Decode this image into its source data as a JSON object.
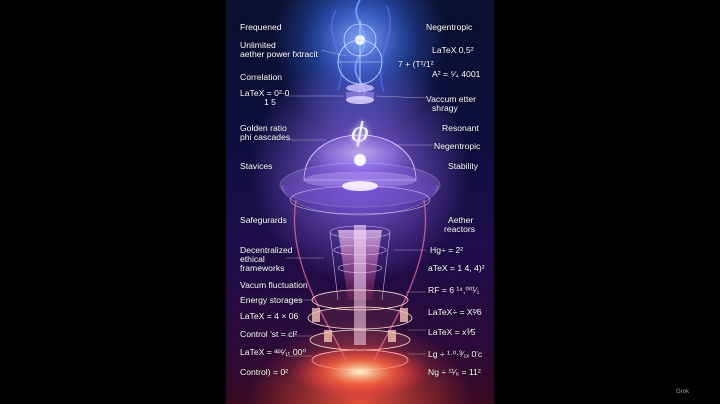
{
  "left_labels": [
    "Frequened",
    "Unlimited",
    "aether power fxtracit",
    "Correlation",
    "LaTeX = 0²·0",
    "1 5",
    "Golden ratio",
    "phi cascades",
    "Stavices",
    "Safegurards",
    "Decentralized",
    "ethical",
    "frameworks",
    "Vacum fluctuation",
    "Energy storages",
    "LaTeX = 4 × 06",
    "Control 'st = cl²",
    "LaTeX = ᵃᵖᶜ⁄₁ₜ 00⁰",
    "Control) = 0²"
  ],
  "right_labels": [
    "Negentropic",
    "LaTeX  0,5²",
    "7 +  (T²/1²",
    "A² = ⁵⁄₄ 4001",
    "Vaccum etter",
    "shragy",
    "Resonant",
    "Negentropic",
    "Stability",
    "Aether",
    "reactors",
    "Hg÷ = 2²",
    "aTeX = 1 4, 4)²",
    "RF = 6 ¹⁴,⁰⁰¹⁄₁",
    "LaTeX÷ = X²⁄6",
    "LaTeX = x³⁄5",
    "Lg ÷ ¹·⁰·³⁄₁ₓ 0'c",
    "Ng ÷ ¹¹⁄₆ = 11²"
  ],
  "center": {
    "phi_symbol": "ϕ"
  },
  "watermark": "Grok",
  "colors": {
    "glow_blue": "#3c78ff",
    "glow_violet": "#9a6eff",
    "glow_red": "#ff5a3c",
    "text": "#ffffff"
  }
}
